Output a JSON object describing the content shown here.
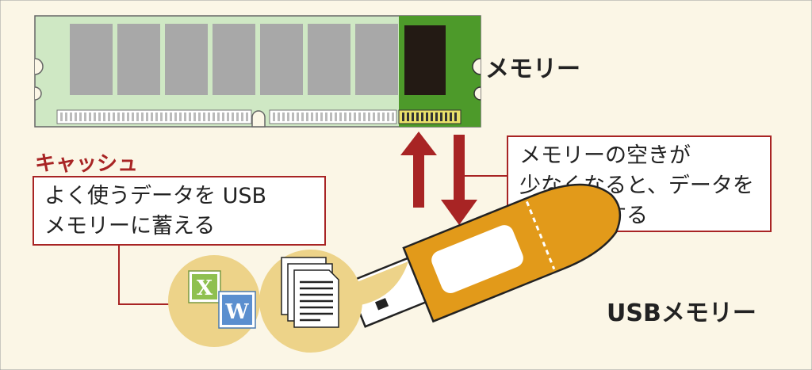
{
  "labels": {
    "memory": "メモリー",
    "usb_memory": "USBメモリー",
    "cache_title": "キャッシュ"
  },
  "cache_box": {
    "line1": "よく使うデータを USB",
    "line2": "メモリーに蓄える"
  },
  "swap_box": {
    "line1": "メモリーの空きが",
    "line2": "少なくなると、データを",
    "line3": "やり取りする"
  },
  "icons": {
    "excel_letter": "X",
    "word_letter": "W"
  },
  "colors": {
    "background": "#fbf6e6",
    "memory_board": "#cfe8c4",
    "memory_chip": "#a8a8a8",
    "memory_green": "#4d9a2a",
    "accent_red": "#a82424",
    "usb_orange": "#e29a1a",
    "icon_circle": "#edd389"
  }
}
